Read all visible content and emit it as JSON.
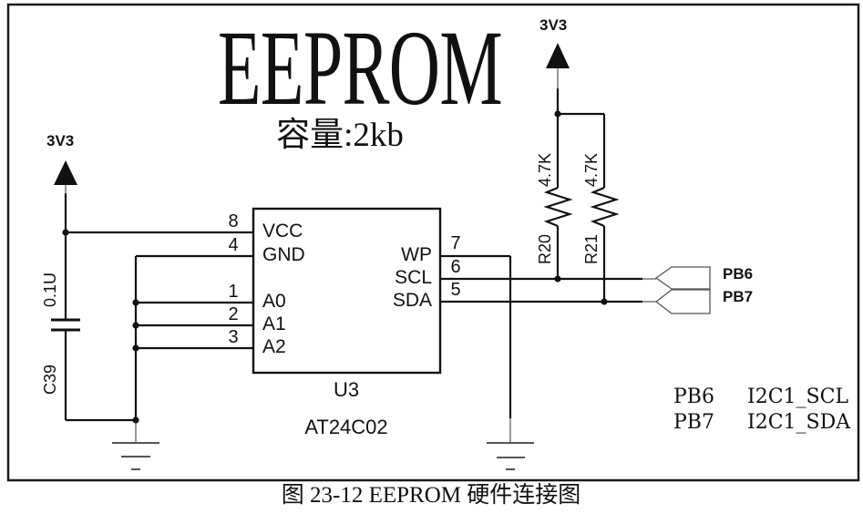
{
  "header": {
    "title": "EEPROM",
    "subtitle": "容量:2kb"
  },
  "caption": "图 23-12 EEPROM 硬件连接图",
  "power_flags": {
    "left": "3V3",
    "right": "3V3"
  },
  "chip": {
    "refdes": "U3",
    "part_number": "AT24C02",
    "left_pins": [
      {
        "num": "8",
        "name": "VCC"
      },
      {
        "num": "4",
        "name": "GND"
      },
      {
        "num": "1",
        "name": "A0"
      },
      {
        "num": "2",
        "name": "A1"
      },
      {
        "num": "3",
        "name": "A2"
      }
    ],
    "right_pins": [
      {
        "num": "7",
        "name": "WP"
      },
      {
        "num": "6",
        "name": "SCL"
      },
      {
        "num": "5",
        "name": "SDA"
      }
    ]
  },
  "capacitor": {
    "refdes": "C39",
    "value": "0.1U"
  },
  "resistors": [
    {
      "refdes": "R20",
      "value": "4.7K"
    },
    {
      "refdes": "R21",
      "value": "4.7K"
    }
  ],
  "connectors": [
    {
      "label": "PB6"
    },
    {
      "label": "PB7"
    }
  ],
  "signal_map": [
    {
      "pin": "PB6",
      "signal": "I2C1_SCL"
    },
    {
      "pin": "PB7",
      "signal": "I2C1_SDA"
    }
  ],
  "colors": {
    "wire": "#111111",
    "ground": "#555555",
    "background": "#ffffff"
  }
}
